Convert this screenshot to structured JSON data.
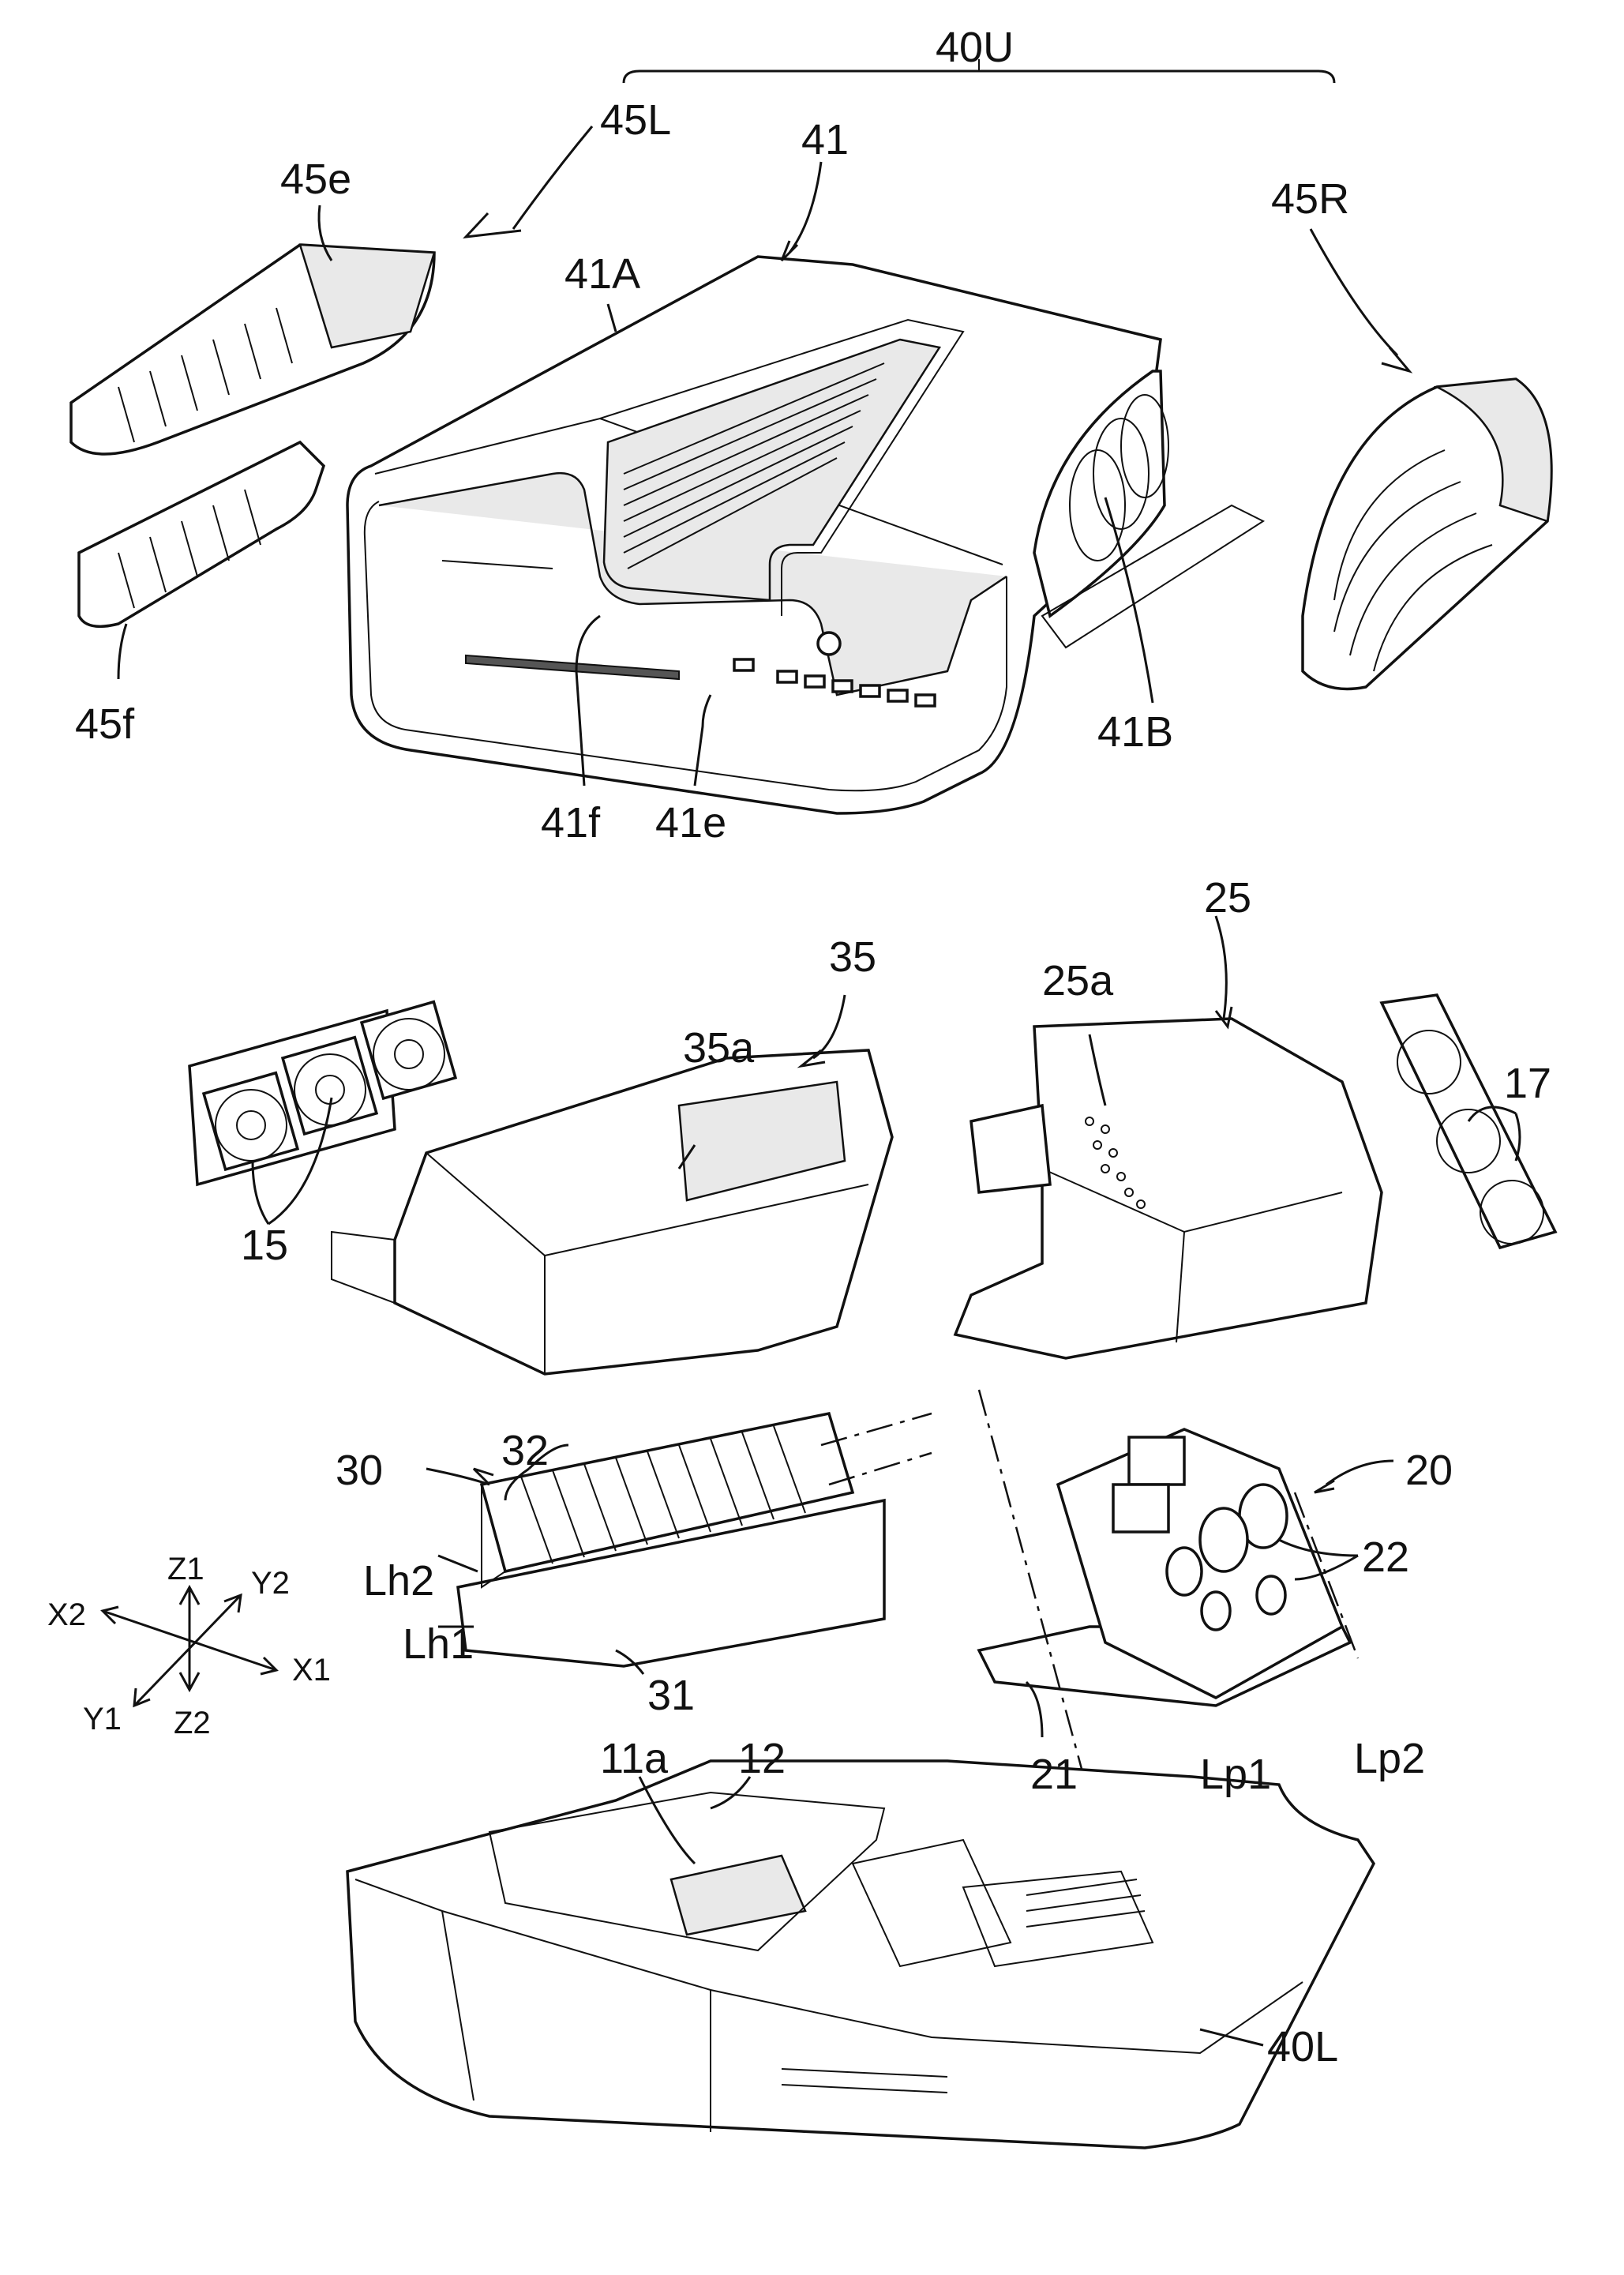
{
  "labels": {
    "l40U": "40U",
    "l45L": "45L",
    "l41": "41",
    "l45e": "45e",
    "l45R": "45R",
    "l41A": "41A",
    "l45f": "45f",
    "l41B": "41B",
    "l41f": "41f",
    "l41e": "41e",
    "l25": "25",
    "l35": "35",
    "l25a": "25a",
    "l35a": "35a",
    "l17": "17",
    "l15": "15",
    "l32": "32",
    "l30": "30",
    "l20": "20",
    "l22": "22",
    "lLh2": "Lh2",
    "lLh1": "Lh1",
    "l31": "31",
    "l11a": "11a",
    "l12": "12",
    "l21": "21",
    "lLp1": "Lp1",
    "lLp2": "Lp2",
    "l40L": "40L"
  },
  "axes": {
    "z1": "Z1",
    "y2": "Y2",
    "x2": "X2",
    "x1": "X1",
    "y1": "Y1",
    "z2": "Z2"
  }
}
